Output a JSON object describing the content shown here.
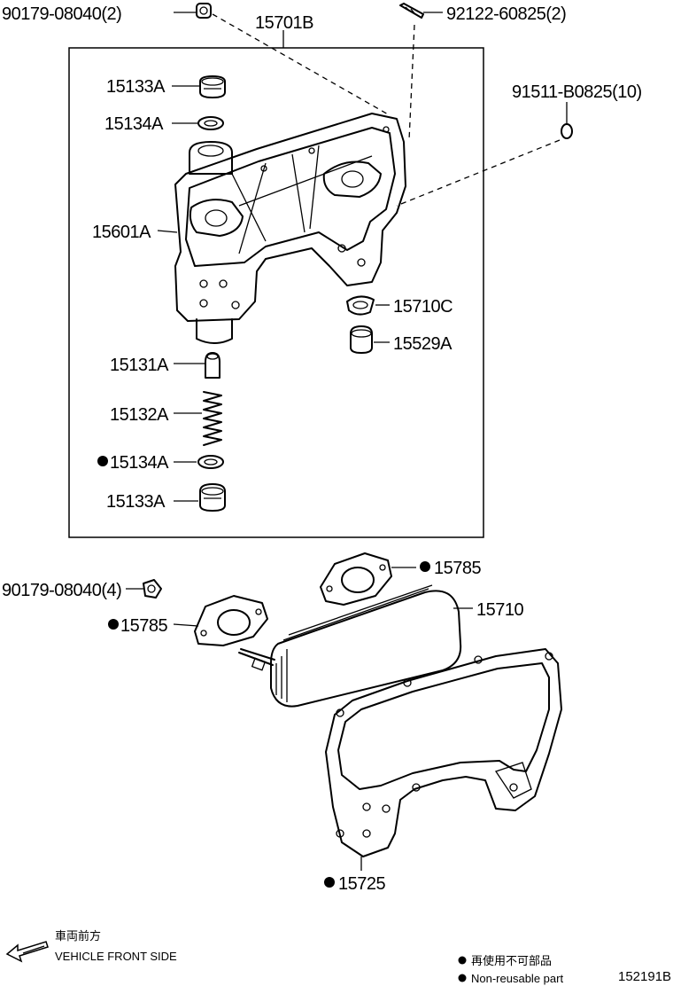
{
  "callouts": {
    "p90179_top": "90179-08040(2)",
    "p15701B": "15701B",
    "p92122": "92122-60825(2)",
    "p91511": "91511-B0825(10)",
    "p15133A_top": "15133A",
    "p15134A_top": "15134A",
    "p15601A": "15601A",
    "p15710C": "15710C",
    "p15529A": "15529A",
    "p15131A": "15131A",
    "p15132A": "15132A",
    "p15134A_bot": "15134A",
    "p15133A_bot": "15133A",
    "p90179_mid": "90179-08040(4)",
    "p15785_right": "15785",
    "p15785_left": "15785",
    "p15710": "15710",
    "p15725": "15725"
  },
  "footer": {
    "front_jp": "車両前方",
    "front_en": "VEHICLE FRONT SIDE",
    "legend_jp": "再使用不可部品",
    "legend_en": "Non-reusable part",
    "figure_code": "152191B"
  }
}
